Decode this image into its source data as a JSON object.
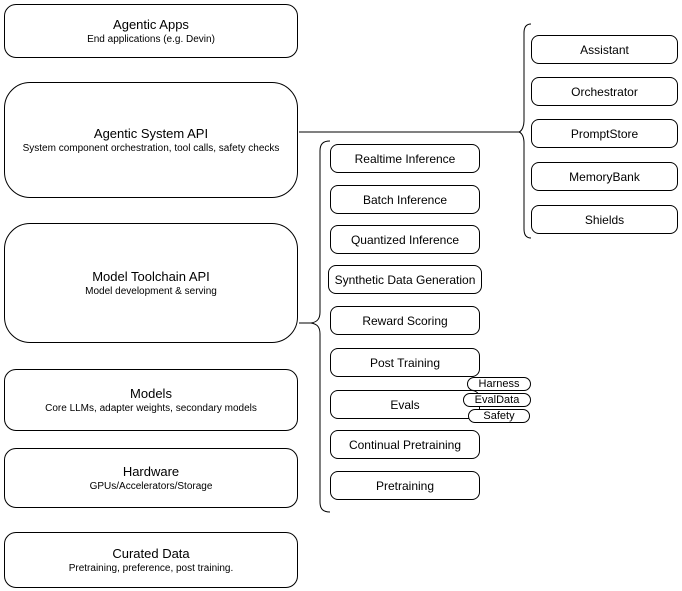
{
  "diagram": {
    "left_stack": [
      {
        "title": "Agentic Apps",
        "subtitle": "End applications (e.g. Devin)"
      },
      {
        "title": "Agentic System API",
        "subtitle": "System component orchestration, tool calls, safety checks"
      },
      {
        "title": "Model Toolchain API",
        "subtitle": "Model development & serving"
      },
      {
        "title": "Models",
        "subtitle": "Core LLMs, adapter weights, secondary models"
      },
      {
        "title": "Hardware",
        "subtitle": "GPUs/Accelerators/Storage"
      },
      {
        "title": "Curated Data",
        "subtitle": "Pretraining, preference, post training."
      }
    ],
    "toolchain_services": [
      {
        "label": "Realtime Inference"
      },
      {
        "label": "Batch Inference"
      },
      {
        "label": "Quantized Inference"
      },
      {
        "label": "Synthetic Data Generation"
      },
      {
        "label": "Reward Scoring"
      },
      {
        "label": "Post Training"
      },
      {
        "label": "Evals"
      },
      {
        "label": "Continual Pretraining"
      },
      {
        "label": "Pretraining"
      }
    ],
    "evals_tags": [
      {
        "label": "Harness"
      },
      {
        "label": "EvalData"
      },
      {
        "label": "Safety"
      }
    ],
    "system_components": [
      {
        "label": "Assistant"
      },
      {
        "label": "Orchestrator"
      },
      {
        "label": "PromptStore"
      },
      {
        "label": "MemoryBank"
      },
      {
        "label": "Shields"
      }
    ],
    "colors": {
      "stroke": "#000000",
      "background": "#ffffff",
      "text": "#000000"
    }
  }
}
